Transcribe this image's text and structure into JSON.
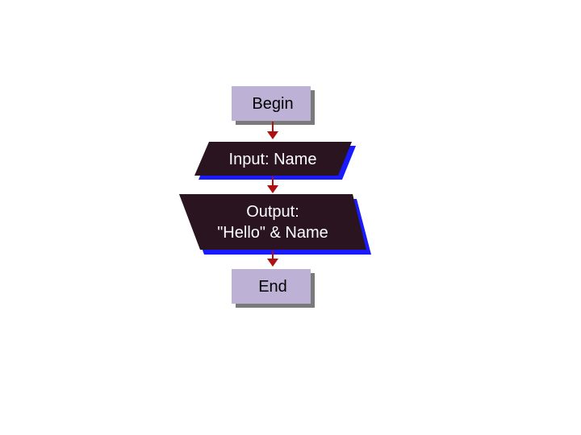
{
  "flowchart": {
    "nodes": [
      {
        "id": "begin",
        "type": "terminal",
        "lines": [
          "Begin"
        ]
      },
      {
        "id": "input",
        "type": "io",
        "lines": [
          "Input: Name"
        ]
      },
      {
        "id": "output",
        "type": "io",
        "lines": [
          "Output:",
          "\"Hello\" & Name"
        ]
      },
      {
        "id": "end",
        "type": "terminal",
        "lines": [
          "End"
        ]
      }
    ],
    "edges": [
      {
        "from": "begin",
        "to": "input"
      },
      {
        "from": "input",
        "to": "output"
      },
      {
        "from": "output",
        "to": "end"
      }
    ]
  },
  "colors": {
    "terminal_fill": "#bdb2d6",
    "terminal_shadow": "#7a7a7a",
    "terminal_text": "#000000",
    "io_fill": "#2a1420",
    "io_shadow": "#1a1aff",
    "io_text": "#ffffff",
    "arrow": "#b01010"
  }
}
